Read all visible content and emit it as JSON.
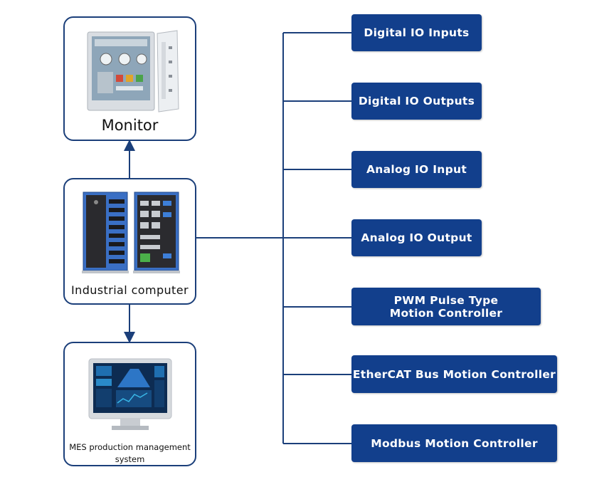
{
  "left": {
    "monitor": "Monitor",
    "computer": "Industrial computer",
    "mes_line1": "MES production management",
    "mes_line2": "system"
  },
  "modules": [
    {
      "line1": "Digital IO Inputs",
      "line2": ""
    },
    {
      "line1": "Digital IO Outputs",
      "line2": ""
    },
    {
      "line1": "Analog IO Input",
      "line2": ""
    },
    {
      "line1": "Analog IO Output",
      "line2": ""
    },
    {
      "line1": "PWM Pulse Type",
      "line2": "Motion Controller"
    },
    {
      "line1": "EtherCAT Bus Motion Controller",
      "line2": ""
    },
    {
      "line1": "Modbus Motion Controller",
      "line2": ""
    }
  ],
  "colors": {
    "line": "#1b3f7a",
    "node": "#123f8c",
    "device_blue": "#3a6fc4"
  }
}
